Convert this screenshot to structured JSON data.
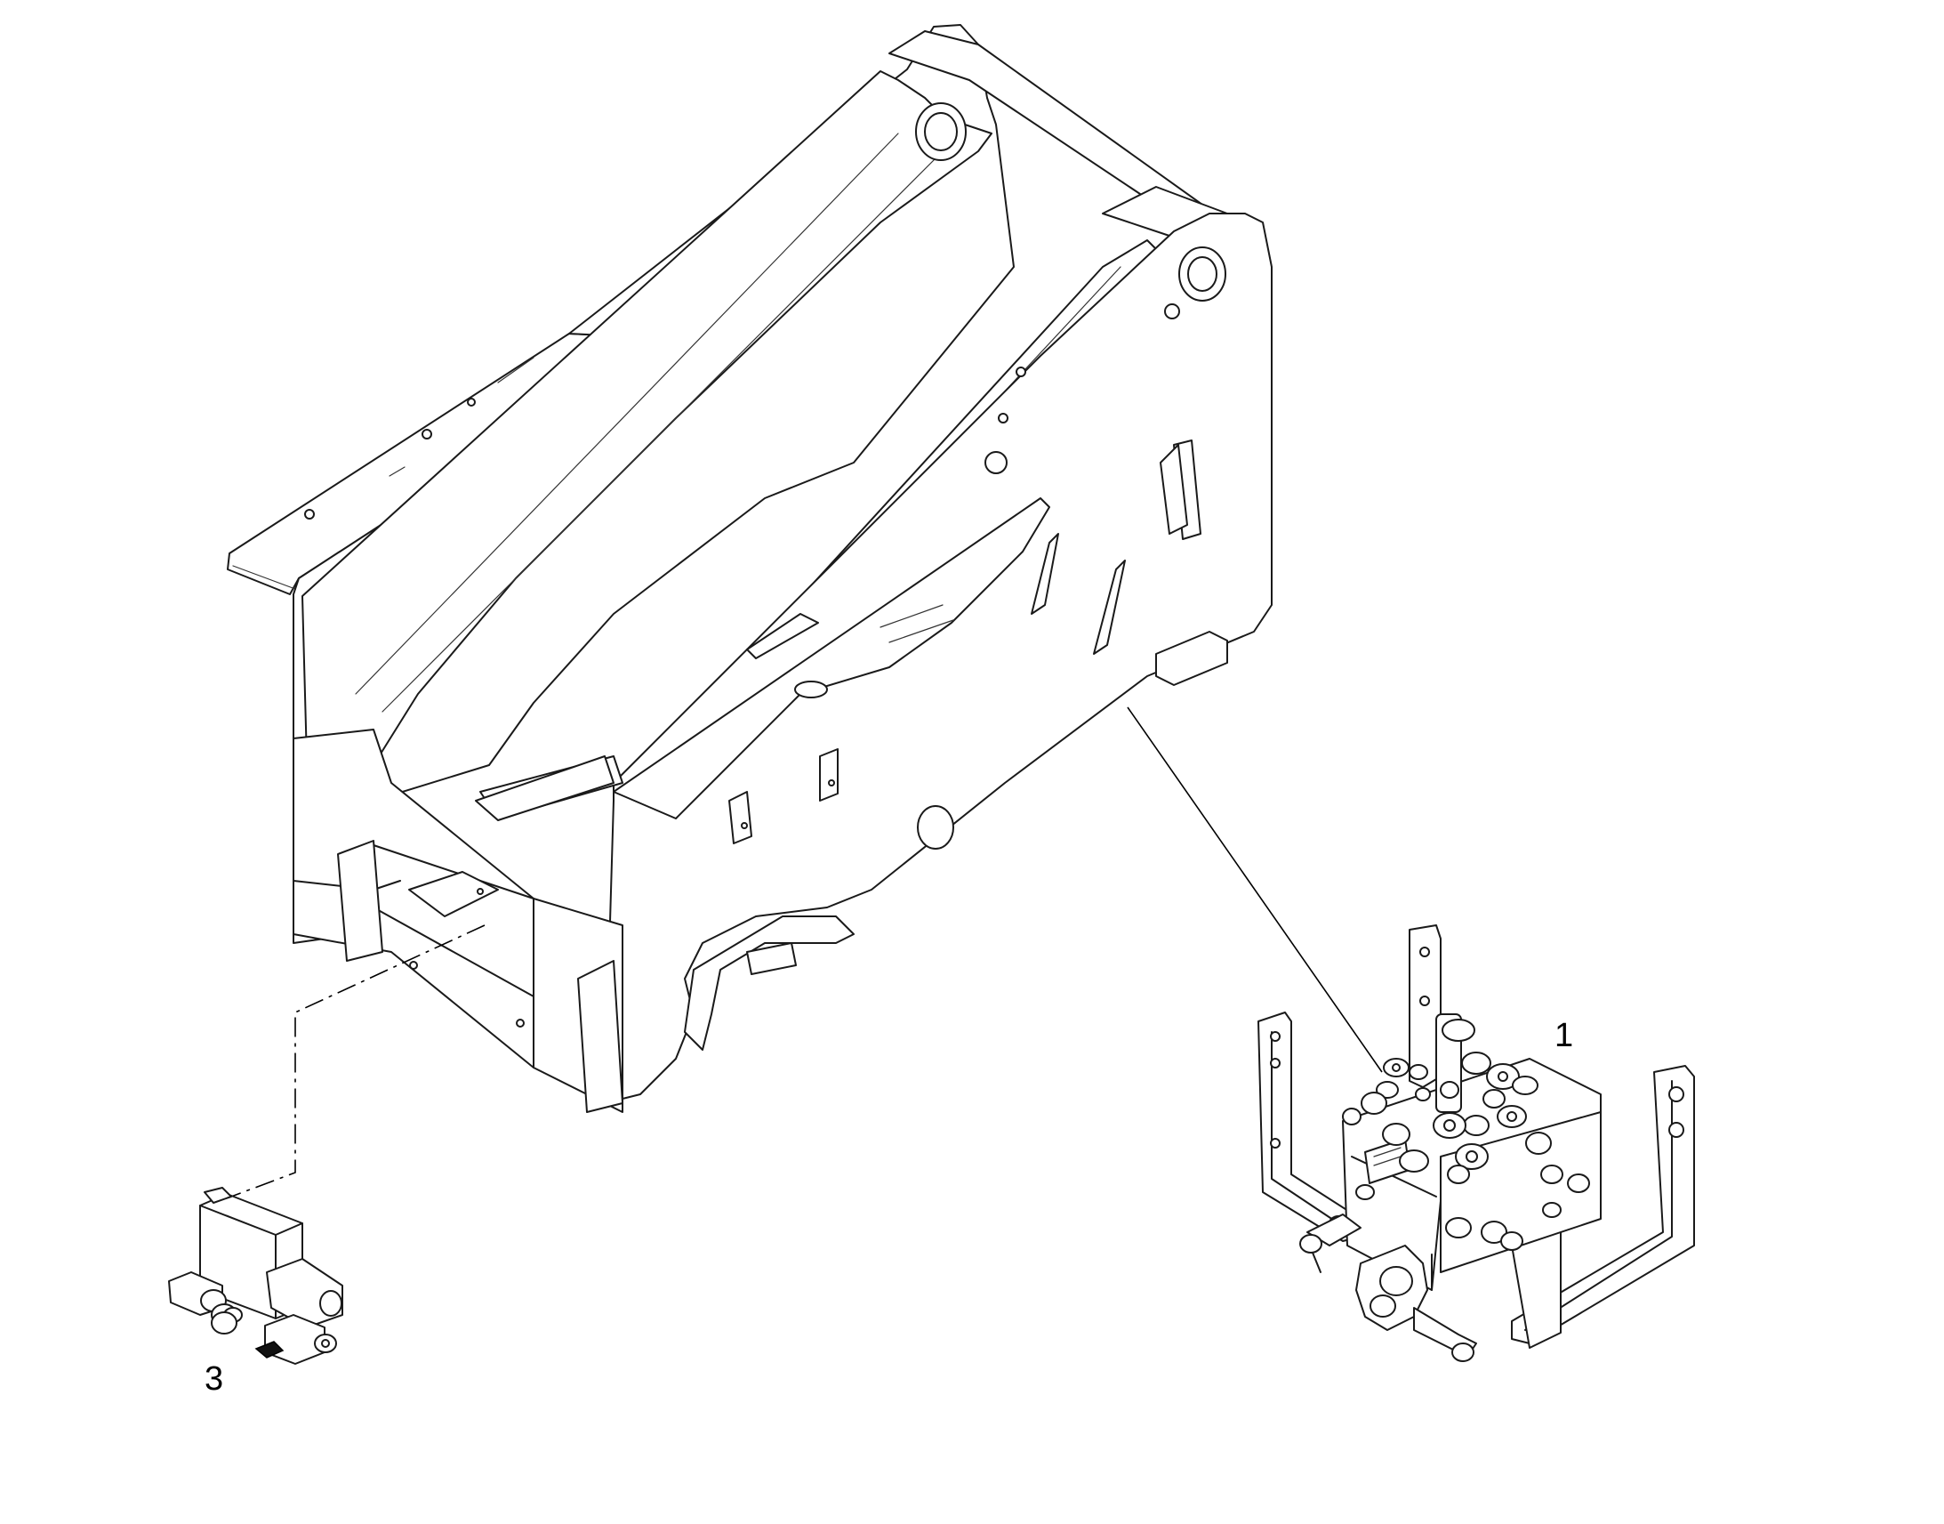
{
  "diagram": {
    "callouts": [
      {
        "id": "1",
        "label": "1"
      },
      {
        "id": "3",
        "label": "3"
      }
    ],
    "colors": {
      "ink": "#1a1a1a",
      "background": "#ffffff"
    }
  }
}
